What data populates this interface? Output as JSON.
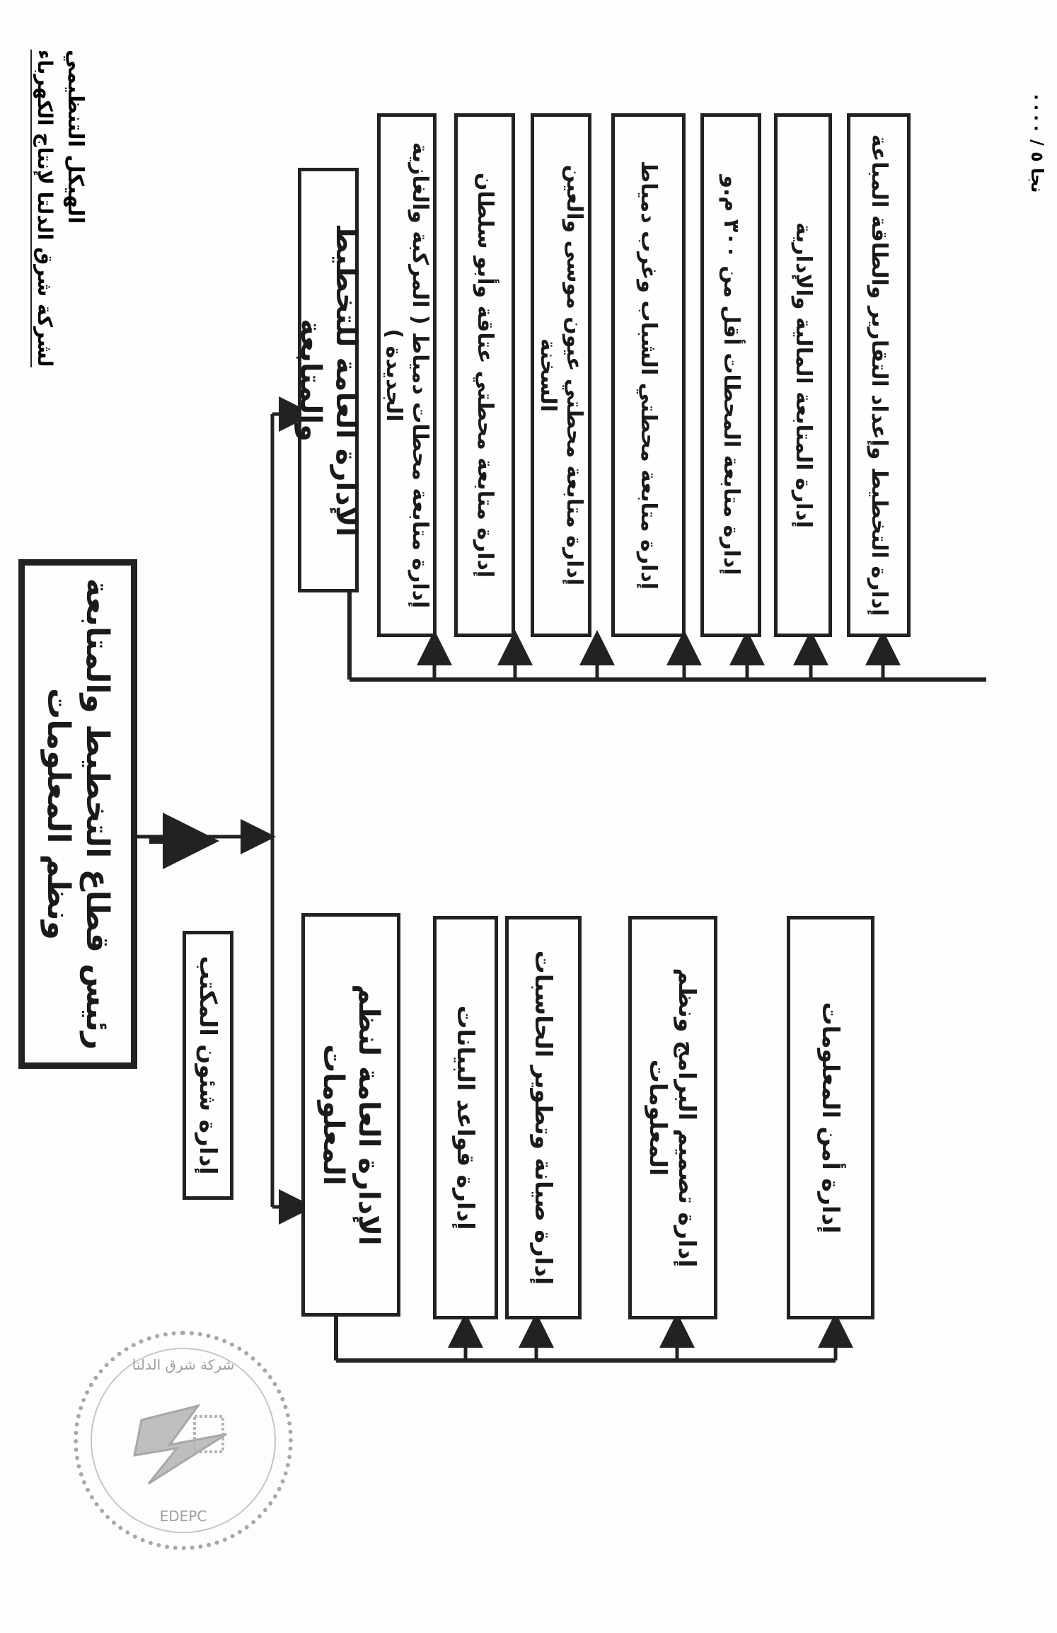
{
  "header": {
    "title": "الهيكل التنظيمي",
    "company": "لشركة شرق الدلتا لإنتاج الكهرباء"
  },
  "reference": "نجا ٥ / ٠٠٠٠",
  "chart": {
    "head": "رئيس قطاع التخطيط والمتابعة ونظم المعلومات",
    "office": "إدارة شئون المكتب",
    "planning": {
      "title": "الإدارة العامة للتخطيط والمتابعة",
      "departments": [
        "إدارة متابعة محطات دمياط ( المركبة والغازية الجديدة )",
        "إدارة متابعة محطتي عتاقة وأبو سلطان",
        "إدارة متابعة محطتي عيون موسى والعين السخنة",
        "إدارة متابعة محطتي الشباب وغرب دمياط",
        "إدارة متابعة المحطات أقل من ٣٠٠ م.و",
        "إدارة المتابعة المالية والإدارية",
        "إدارة التخطيط وإعداد التقارير والطاقة المباعة"
      ]
    },
    "information_systems": {
      "title": "الإدارة العامة لنظم المعلومات",
      "departments": [
        "إدارة قواعد البيانات",
        "إدارة صيانة وتطوير الحاسبات",
        "إدارة تصميم البرامج ونظم المعلومات",
        "إدارة أمن المعلومات"
      ]
    }
  },
  "stamp": {
    "top_text": "شركة شرق الدلتا",
    "bottom_text": "EDEPC"
  }
}
